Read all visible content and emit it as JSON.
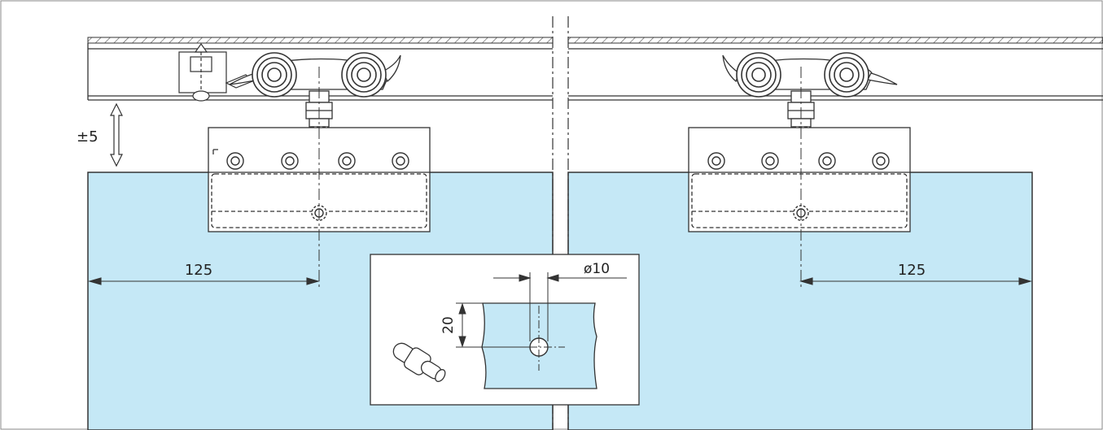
{
  "dimensions": {
    "height_adjust": "±5",
    "left_offset": "125",
    "right_offset": "125",
    "hole_diameter": "ø10",
    "hole_depth": "20"
  },
  "colors": {
    "glass": "#c5e8f6",
    "line": "#333333",
    "hatch": "#555555",
    "background": "#ffffff"
  }
}
